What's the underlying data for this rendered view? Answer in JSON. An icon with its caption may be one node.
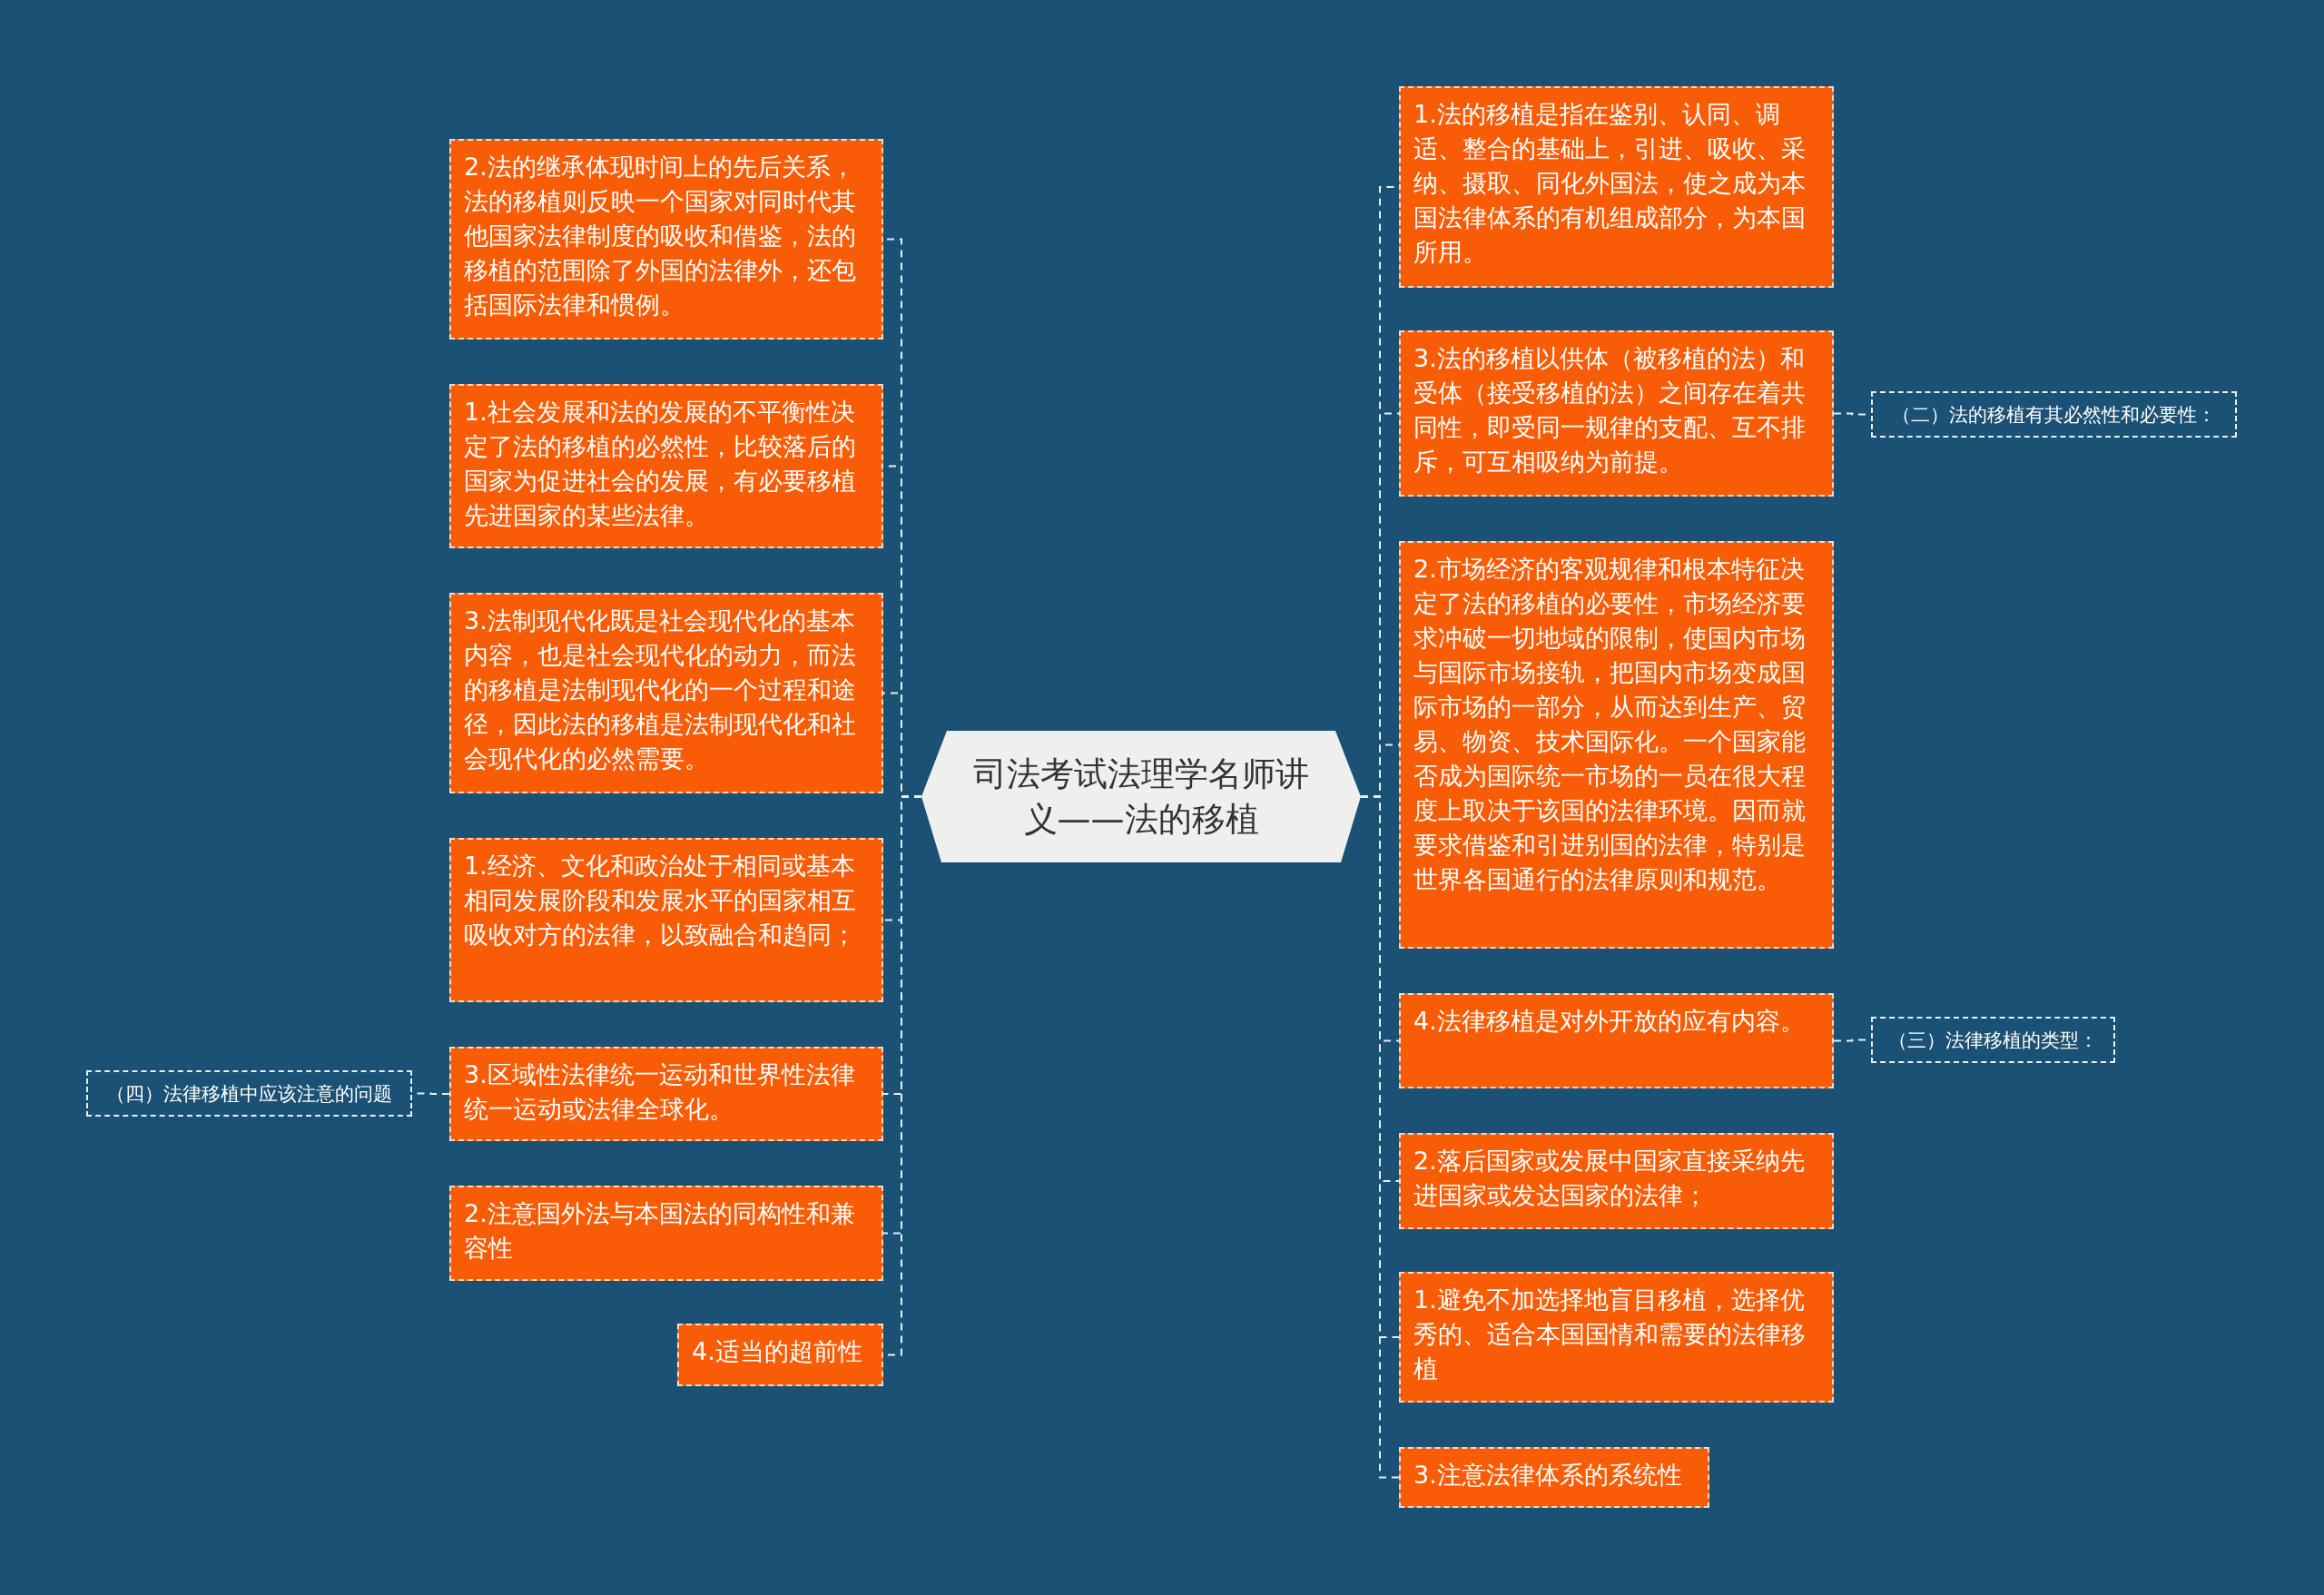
{
  "diagram": {
    "nodes": [
      {
        "text": [
          "司法考试法理学名师讲义——法的移植"
        ]
      },
      {
        "text": [
          "2.法的继承体现时间上的先后关系，法的移植则反映一个国家对同时代其他国家法律制度的吸收和借鉴，法的移植的范围除了外国的法律外，还包括国际法律和惯例。"
        ]
      },
      {
        "text": [
          "1.社会发展和法的发展的不平衡性决定了法的移植的必然性，比较落后的国家为促进社会的发展，有必要移植先进国家的某些法律。"
        ]
      },
      {
        "text": [
          "3.法制现代化既是社会现代化的基本内容，也是社会现代化的动力，而法的移植是法制现代化的一个过程和途径，因此法的移植是法制现代化和社会现代化的必然需要。"
        ]
      },
      {
        "text": [
          "1.经济、文化和政治处于相同或基本相同发展阶段和发展水平的国家相互吸收对方的法律，以致融合和趋同；"
        ]
      },
      {
        "text": [
          "3.区域性法律统一运动和世界性法律统一运动或法律全球化。"
        ]
      },
      {
        "text": [
          "2.注意国外法与本国法的同构性和兼容性"
        ]
      },
      {
        "text": [
          "4.适当的超前性"
        ]
      },
      {
        "text": [
          "（四）法律移植中应该注意的问题"
        ]
      },
      {
        "text": [
          "1.法的移植是指在鉴别、认同、调适、整合的基础上，引进、吸收、采纳、摄取、同化外国法，使之成为本国法律体系的有机组成部分，为本国所用。"
        ]
      },
      {
        "text": [
          "3.法的移植以供体（被移植的法）和受体（接受移植的法）之间存在着共同性，即受同一规律的支配、互不排斥，可互相吸纳为前提。"
        ]
      },
      {
        "text": [
          "2.市场经济的客观规律和根本特征决定了法的移植的必要性，市场经济要求冲破一切地域的限制，使国内市场与国际市场接轨，把国内市场变成国际市场的一部分，从而达到生产、贸易、物资、技术国际化。一个国家能否成为国际统一市场的一员在很大程度上取决于该国的法律环境。因而就要求借鉴和引进别国的法律，特别是世界各国通行的法律原则和规范。"
        ]
      },
      {
        "text": [
          "4.法律移植是对外开放的应有内容。"
        ]
      },
      {
        "text": [
          "2.落后国家或发展中国家直接采纳先进国家或发达国家的法律；"
        ]
      },
      {
        "text": [
          "1.避免不加选择地盲目移植，选择优秀的、适合本国国情和需要的法律移植"
        ]
      },
      {
        "text": [
          "3.注意法律体系的系统性"
        ]
      },
      {
        "text": [
          "（二）法的移植有其必然性和必要性："
        ]
      },
      {
        "text": [
          "（三）法律移植的类型："
        ]
      }
    ],
    "edges": [
      {
        "from": 0,
        "to": 1,
        "arrow": "none",
        "style": "dashed"
      },
      {
        "from": 0,
        "to": 2,
        "arrow": "none",
        "style": "dashed"
      },
      {
        "from": 0,
        "to": 3,
        "arrow": "none",
        "style": "dashed"
      },
      {
        "from": 0,
        "to": 4,
        "arrow": "none",
        "style": "dashed"
      },
      {
        "from": 0,
        "to": 5,
        "arrow": "none",
        "style": "dashed"
      },
      {
        "from": 0,
        "to": 6,
        "arrow": "none",
        "style": "dashed"
      },
      {
        "from": 0,
        "to": 7,
        "arrow": "none",
        "style": "dashed"
      },
      {
        "from": 5,
        "to": 8,
        "arrow": "none",
        "style": "dashed"
      },
      {
        "from": 0,
        "to": 9,
        "arrow": "none",
        "style": "dashed"
      },
      {
        "from": 0,
        "to": 10,
        "arrow": "none",
        "style": "dashed"
      },
      {
        "from": 0,
        "to": 11,
        "arrow": "none",
        "style": "dashed"
      },
      {
        "from": 0,
        "to": 12,
        "arrow": "none",
        "style": "dashed"
      },
      {
        "from": 0,
        "to": 13,
        "arrow": "none",
        "style": "dashed"
      },
      {
        "from": 0,
        "to": 14,
        "arrow": "none",
        "style": "dashed"
      },
      {
        "from": 0,
        "to": 15,
        "arrow": "none",
        "style": "dashed"
      },
      {
        "from": 10,
        "to": 16,
        "arrow": "none",
        "style": "dashed"
      },
      {
        "from": 12,
        "to": 17,
        "arrow": "none",
        "style": "dashed"
      }
    ]
  }
}
